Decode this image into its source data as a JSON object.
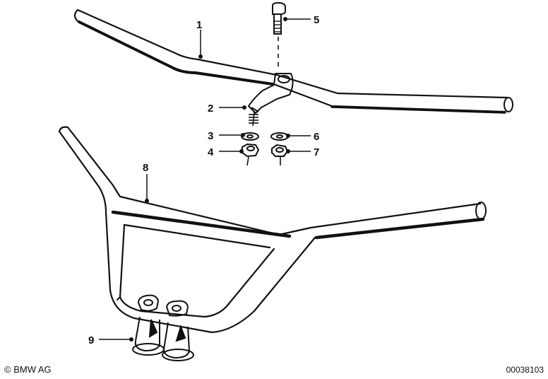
{
  "callouts": [
    {
      "id": "1",
      "part": "upper-handlebar"
    },
    {
      "id": "2",
      "part": "clamp-bracket"
    },
    {
      "id": "3",
      "part": "washer-left"
    },
    {
      "id": "4",
      "part": "nut-left"
    },
    {
      "id": "5",
      "part": "clamp-bolt"
    },
    {
      "id": "6",
      "part": "washer-right"
    },
    {
      "id": "7",
      "part": "nut-right"
    },
    {
      "id": "8",
      "part": "braced-handlebar"
    },
    {
      "id": "9",
      "part": "riser-mounts"
    }
  ],
  "footer": {
    "copyright": "© BMW AG",
    "document_number": "00038103"
  },
  "colors": {
    "line": "#111111",
    "background": "#ffffff"
  }
}
